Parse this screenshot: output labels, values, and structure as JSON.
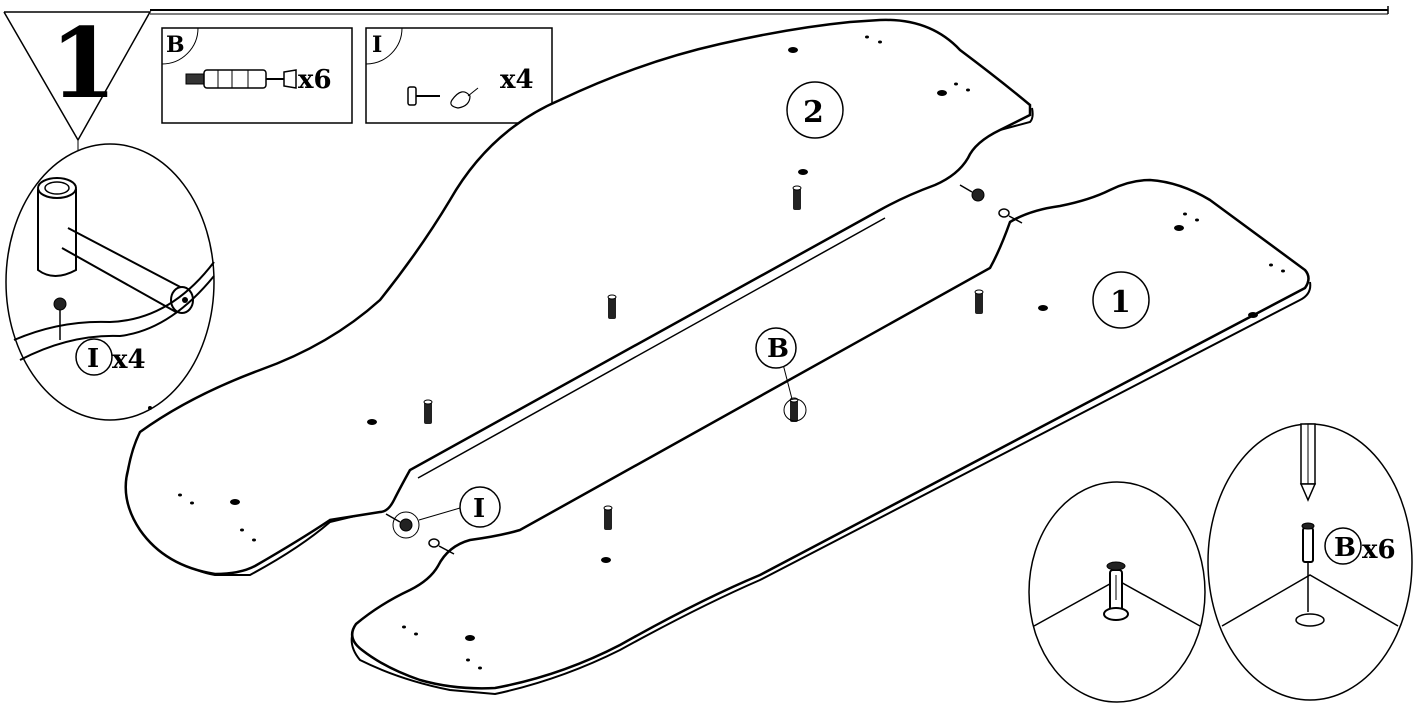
{
  "step": {
    "number": "1"
  },
  "parts": [
    {
      "letter": "B",
      "qty": "x6",
      "icon": "cam-dowel-icon"
    },
    {
      "letter": "I",
      "qty": "x4",
      "icon": "pin-cam-icon"
    }
  ],
  "panels": [
    {
      "number": "2"
    },
    {
      "number": "1"
    }
  ],
  "callouts": {
    "center_B": "B",
    "center_I": "I"
  },
  "details": {
    "left": {
      "letter": "I",
      "qty": "x4"
    },
    "right": {
      "letter": "B",
      "qty": "x6"
    }
  },
  "colors": {
    "ink": "#000000",
    "paper": "#ffffff",
    "shade": "#555555"
  }
}
